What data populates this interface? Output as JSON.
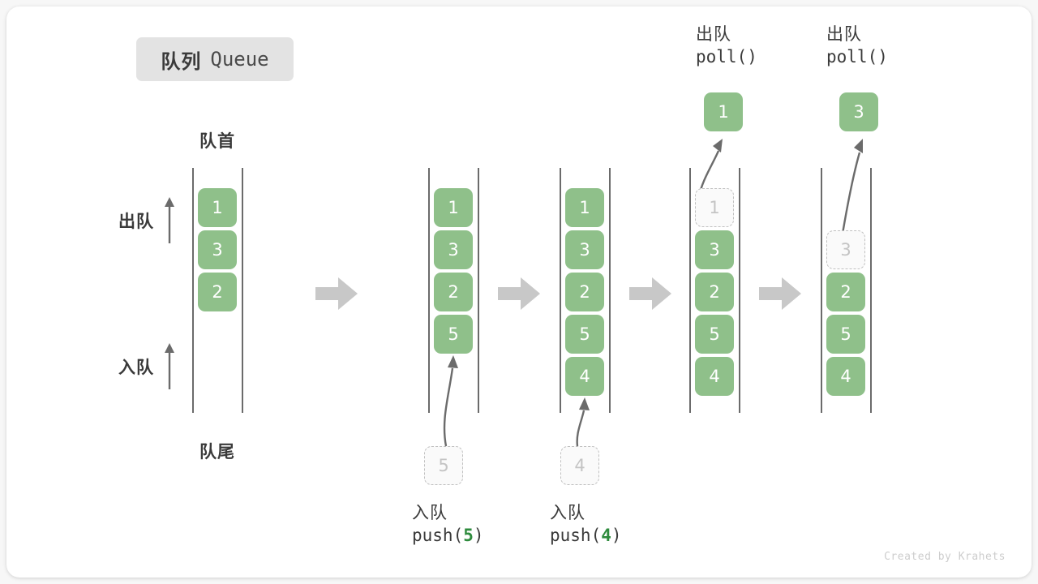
{
  "title": {
    "cn": "队列",
    "en": "Queue"
  },
  "labels": {
    "head": "队首",
    "tail": "队尾",
    "dequeue": "出队",
    "enqueue": "入队"
  },
  "colors": {
    "cell_fill": "#8fc08a",
    "cell_text": "#ffffff",
    "ghost_border": "#c0c0c0",
    "ghost_text": "#c4c4c4",
    "rail": "#6b6b6b",
    "arrow_gray": "#c8c8c8",
    "curve_arrow": "#6b6b6b",
    "badge_bg": "#e3e3e3",
    "accent_green": "#2e8b3d",
    "text": "#3a3a3a"
  },
  "stages": [
    {
      "id": "initial",
      "cells": [
        {
          "value": "1",
          "state": "filled"
        },
        {
          "value": "3",
          "state": "filled"
        },
        {
          "value": "2",
          "state": "filled"
        }
      ]
    },
    {
      "id": "after-push-5",
      "cells": [
        {
          "value": "1",
          "state": "filled"
        },
        {
          "value": "3",
          "state": "filled"
        },
        {
          "value": "2",
          "state": "filled"
        },
        {
          "value": "5",
          "state": "filled"
        }
      ],
      "incoming": {
        "value": "5",
        "state": "ghost"
      },
      "caption": {
        "cn": "入队",
        "fn": "push(",
        "arg": "5",
        "fn_close": ")"
      }
    },
    {
      "id": "after-push-4",
      "cells": [
        {
          "value": "1",
          "state": "filled"
        },
        {
          "value": "3",
          "state": "filled"
        },
        {
          "value": "2",
          "state": "filled"
        },
        {
          "value": "5",
          "state": "filled"
        },
        {
          "value": "4",
          "state": "filled"
        }
      ],
      "incoming": {
        "value": "4",
        "state": "ghost"
      },
      "caption": {
        "cn": "入队",
        "fn": "push(",
        "arg": "4",
        "fn_close": ")"
      }
    },
    {
      "id": "after-poll-1",
      "cells": [
        {
          "value": "1",
          "state": "ghost"
        },
        {
          "value": "3",
          "state": "filled"
        },
        {
          "value": "2",
          "state": "filled"
        },
        {
          "value": "5",
          "state": "filled"
        },
        {
          "value": "4",
          "state": "filled"
        }
      ],
      "outgoing": {
        "value": "1",
        "state": "filled"
      },
      "caption": {
        "cn": "出队",
        "fn": "poll()"
      }
    },
    {
      "id": "after-poll-3",
      "cells": [
        {
          "value": "",
          "state": "empty"
        },
        {
          "value": "3",
          "state": "ghost"
        },
        {
          "value": "2",
          "state": "filled"
        },
        {
          "value": "5",
          "state": "filled"
        },
        {
          "value": "4",
          "state": "filled"
        }
      ],
      "outgoing": {
        "value": "3",
        "state": "filled"
      },
      "caption": {
        "cn": "出队",
        "fn": "poll()"
      }
    }
  ],
  "credit": "Created by Krahets"
}
